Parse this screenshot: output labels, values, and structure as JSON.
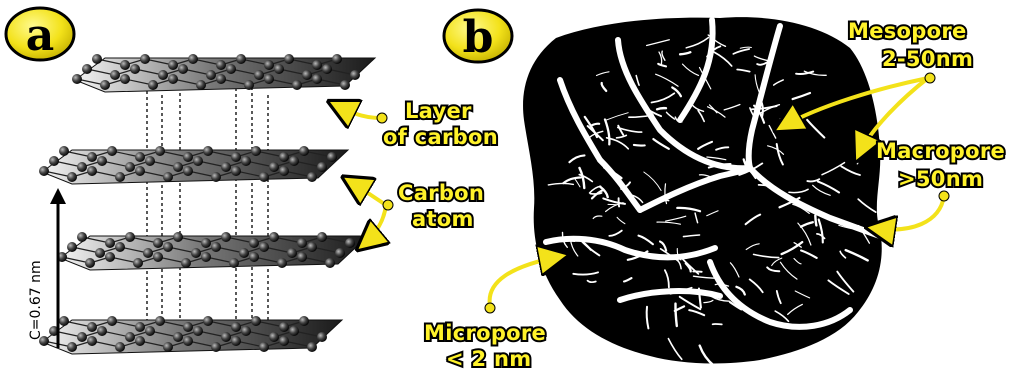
{
  "panel_a": {
    "badge": "a",
    "dimension_label": "C=0.67 nm",
    "label_layer_line1": "Layer",
    "label_layer_line2": "of carbon",
    "label_atom_line1": "Carbon",
    "label_atom_line2": "atom"
  },
  "panel_b": {
    "badge": "b",
    "label_meso_line1": "Mesopore",
    "label_meso_line2": "2-50nm",
    "label_macro_line1": "Macropore",
    "label_macro_line2": ">50nm",
    "label_micro_line1": "Micropore",
    "label_micro_line2": "< 2 nm"
  },
  "colors": {
    "label_fill": "#fff22a",
    "badge_fill": "#fff22a",
    "arrow": "#f3e21a",
    "particle": "#000000"
  }
}
